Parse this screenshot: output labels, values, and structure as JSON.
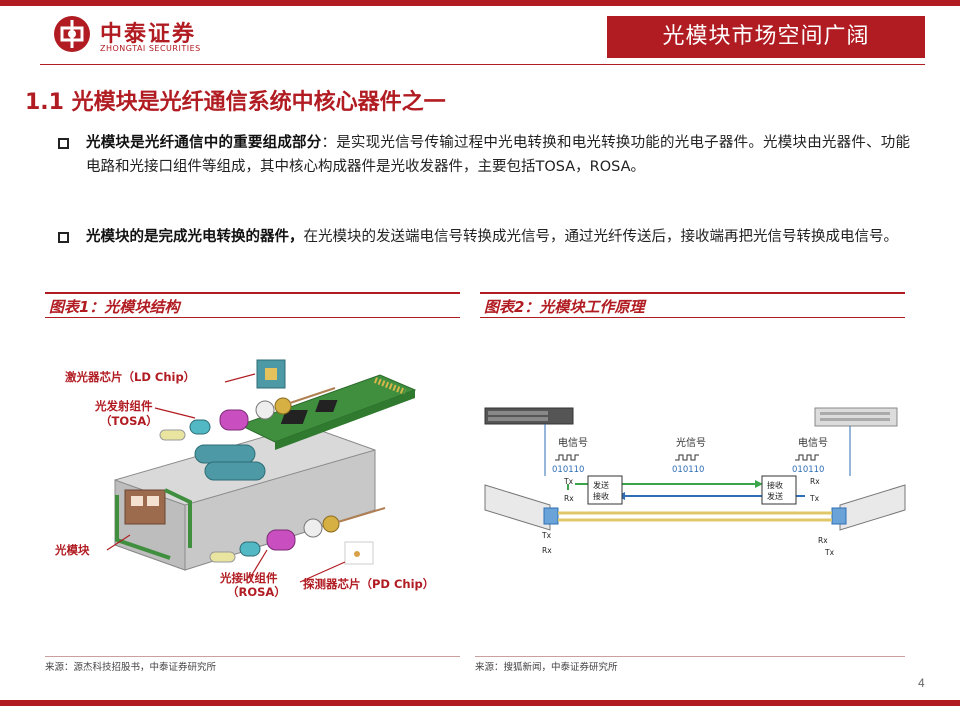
{
  "header": {
    "logo_cn": "中泰证券",
    "logo_en": "ZHONGTAI SECURITIES",
    "banner_title": "光模块市场空间广阔"
  },
  "section": {
    "title": "1.1 光模块是光纤通信系统中核心器件之一"
  },
  "bullets": [
    {
      "bold": "光模块是光纤通信中的重要组成部分",
      "rest": "：是实现光信号传输过程中光电转换和电光转换功能的光电子器件。光模块由光器件、功能电路和光接口组件等组成，其中核心构成器件是光收发器件，主要包括TOSA，ROSA。"
    },
    {
      "bold": "光模块的是完成光电转换的器件，",
      "rest": "在光模块的发送端电信号转换成光信号，通过光纤传送后，接收端再把光信号转换成电信号。"
    }
  ],
  "figures": [
    {
      "title": "图表1：光模块结构",
      "source": "来源：源杰科技招股书，中泰证券研究所",
      "labels": {
        "ld_chip": "激光器芯片（LD Chip）",
        "tosa_1": "光发射组件",
        "tosa_2": "（TOSA）",
        "module": "光模块",
        "rosa_1": "光接收组件",
        "rosa_2": "（ROSA）",
        "pd_chip": "探测器芯片（PD Chip）"
      }
    },
    {
      "title": "图表2：光模块工作原理",
      "source": "来源：搜狐新闻，中泰证券研究所",
      "labels": {
        "elec_left": "电信号",
        "optical": "光信号",
        "elec_right": "电信号",
        "bits_left": "010110",
        "bits_mid": "010110",
        "bits_right": "010110",
        "send_recv_1": "发送",
        "send_recv_2": "接收",
        "recv_send_1": "接收",
        "recv_send_2": "发送",
        "tx": "Tx",
        "rx": "Rx"
      }
    }
  ],
  "colors": {
    "brand": "#b11c22",
    "arrow_green": "#3aa54a",
    "arrow_blue": "#2f6fb5",
    "pcb_green": "#3f8f3f"
  },
  "page_number": "4"
}
